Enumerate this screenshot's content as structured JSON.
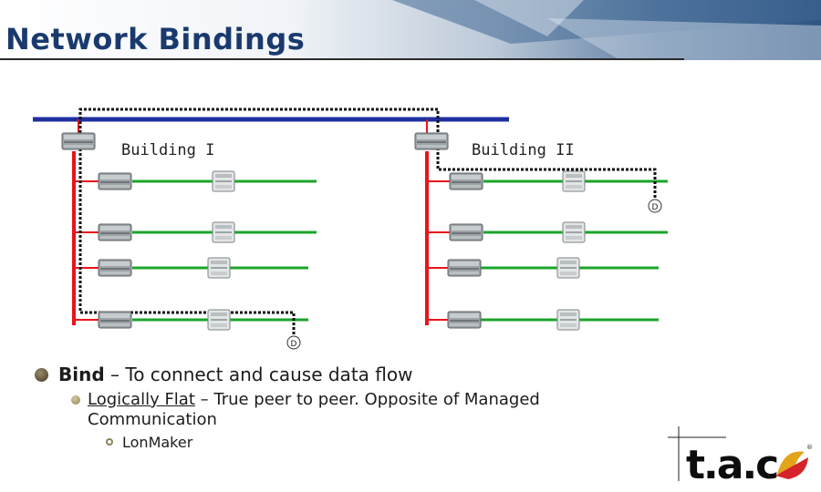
{
  "title": "Network Bindings",
  "diagram": {
    "building_1_label": "Building I",
    "building_2_label": "Building II",
    "device_marker_label": "D",
    "colors": {
      "backbone": "#1f2fa0",
      "vertical_bus": "#e8141b",
      "branch": "#1aa42a",
      "binding_path": "#111111"
    }
  },
  "bullets": {
    "level1": {
      "term": "Bind",
      "text": " – To connect and cause data flow"
    },
    "level2": {
      "term": "Logically Flat",
      "text": " – True peer to peer.  Opposite of Managed Communication"
    },
    "level3": {
      "text": "LonMaker"
    }
  },
  "logo": {
    "text": "t.a.c",
    "mark": "®"
  }
}
